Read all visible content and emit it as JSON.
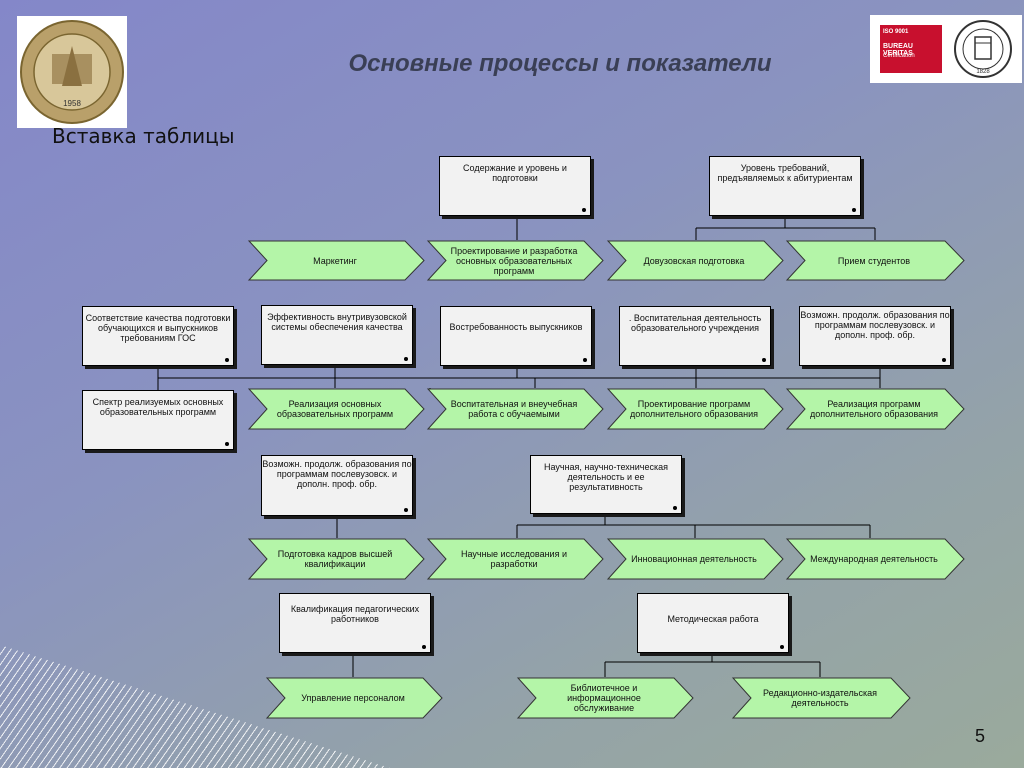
{
  "slide": {
    "title": "Основные процессы и показатели",
    "subtitle": "Вставка таблицы",
    "page_number": "5"
  },
  "logos": {
    "left": {
      "icon": "university-seal-icon",
      "year": "1958"
    },
    "right": {
      "icon": "bureau-veritas-icon",
      "iso": "ISO 9001",
      "brand": "BUREAU VERITAS",
      "sub": "Certification",
      "year": "1828"
    }
  },
  "colors": {
    "process_fill": "#b4f5a8",
    "indicator_fill": "#f2f2f2"
  },
  "indicators": {
    "content_level": "Содержание и уровень и подготовки",
    "applicant_requirements": "Уровень требований, предъявляемых к абитуриентам",
    "quality_compliance": "Соответствие качества подготовки обучающихся и выпускников требованиям ГОС",
    "qms_efficiency": "Эффективность внутривузовской системы обеспечения качества",
    "graduate_demand": "Востребованность выпускников",
    "educational_activity": ". Воспитательная деятельность образовательного учреждения",
    "postgrad_options_1": "Возможн. продолж. образования по программам послевузовск. и дополн. проф. обр.",
    "program_spectrum": "Спектр реализуемых основных образовательных программ",
    "postgrad_options_2": "Возможн. продолж. образования по программам послевузовск. и дополн. проф. обр.",
    "research_activity": "Научная, научно-техническая деятельность и ее результативность",
    "staff_qualification": "Квалификация педагогических работников",
    "methodical_work": "Методическая работа"
  },
  "processes": {
    "marketing": "Маркетинг",
    "program_design": "Проектирование и разработка основных образовательных программ",
    "pre_university": "Довузовская подготовка",
    "admission": "Прием студентов",
    "main_programs": "Реализация основных образовательных программ",
    "education_work": "Воспитательная и внеучебная работа с обучаемыми",
    "additional_design": "Проектирование программ дополнительного образования",
    "additional_programs": "Реализация программ дополнительного образования",
    "high_qual_training": "Подготовка кадров высшей квалификации",
    "research": "Научные исследования и разработки",
    "innovation": "Инновационная деятельность",
    "international": "Международная деятельность",
    "personnel": "Управление персоналом",
    "library": "Библиотечное и информационное обслуживание",
    "publishing": "Редакционно-издательская деятельность"
  }
}
